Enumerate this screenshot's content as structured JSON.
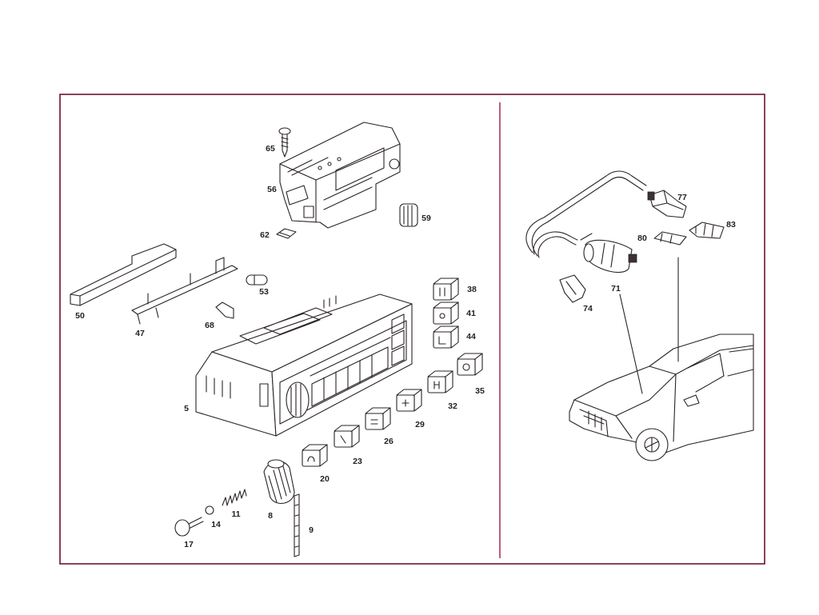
{
  "diagram": {
    "left_panel": {
      "callouts": [
        "65",
        "56",
        "62",
        "59",
        "50",
        "47",
        "53",
        "68",
        "38",
        "41",
        "44",
        "35",
        "32",
        "29",
        "26",
        "23",
        "20",
        "5",
        "8",
        "9",
        "11",
        "14",
        "17"
      ]
    },
    "right_panel": {
      "callouts": [
        "77",
        "83",
        "80",
        "71",
        "74"
      ]
    }
  },
  "colors": {
    "line": "#2a2327",
    "frame": "#6e1230",
    "divider": "#9a1f3e"
  }
}
